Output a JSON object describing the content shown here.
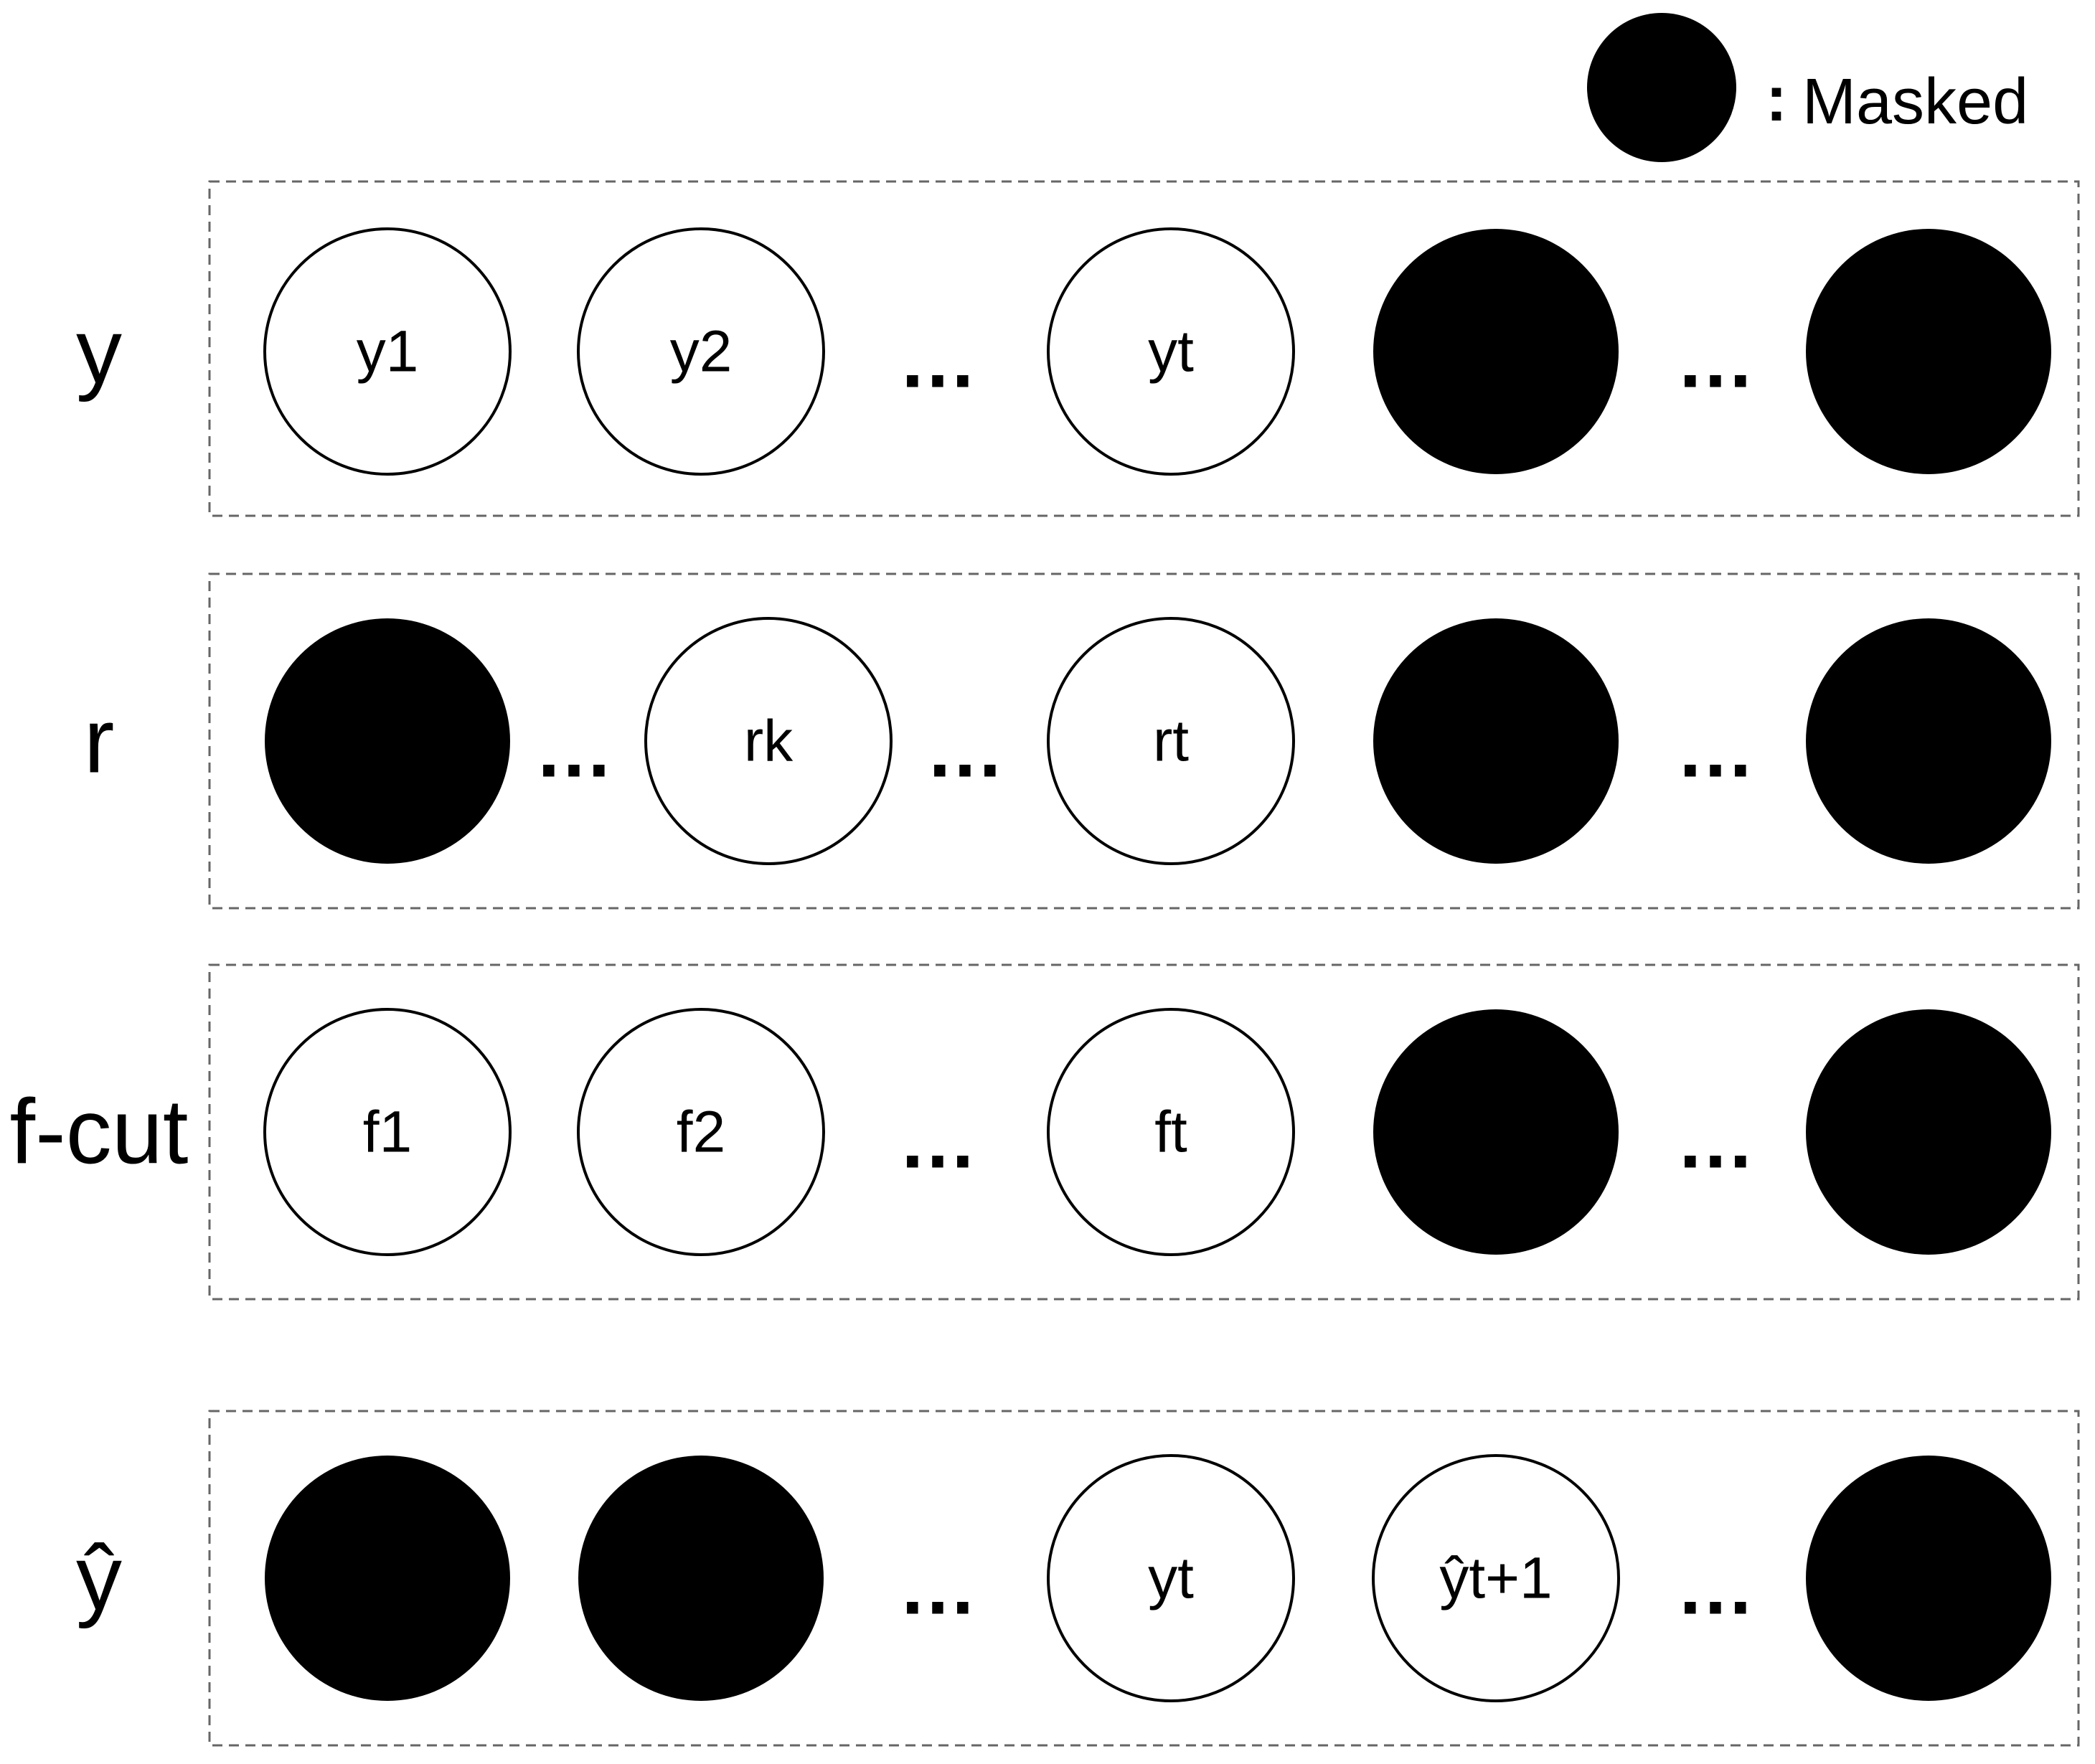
{
  "legend": {
    "label": "Masked",
    "symbol_color": "#000000"
  },
  "colors": {
    "masked": "#000000",
    "open": "#ffffff",
    "stroke": "#000000",
    "box_border": "#666666"
  },
  "rows": [
    {
      "label": "y",
      "slots": [
        {
          "kind": "node",
          "text": "y1"
        },
        {
          "kind": "node",
          "text": "y2"
        },
        {
          "kind": "dots",
          "text": "…"
        },
        {
          "kind": "node",
          "text": "yt"
        },
        {
          "kind": "masked"
        },
        {
          "kind": "dots",
          "text": "…"
        },
        {
          "kind": "masked"
        }
      ]
    },
    {
      "label": "r",
      "slots": [
        {
          "kind": "masked"
        },
        {
          "kind": "dots",
          "text": "…"
        },
        {
          "kind": "node",
          "text": "rk"
        },
        {
          "kind": "dots",
          "text": "…"
        },
        {
          "kind": "node",
          "text": "rt"
        },
        {
          "kind": "masked"
        },
        {
          "kind": "dots",
          "text": "…"
        },
        {
          "kind": "masked"
        }
      ]
    },
    {
      "label": "f-cut",
      "slots": [
        {
          "kind": "node",
          "text": "f1"
        },
        {
          "kind": "node",
          "text": "f2"
        },
        {
          "kind": "dots",
          "text": "…"
        },
        {
          "kind": "node",
          "text": "ft"
        },
        {
          "kind": "masked"
        },
        {
          "kind": "dots",
          "text": "…"
        },
        {
          "kind": "masked"
        }
      ]
    },
    {
      "label": "ŷ",
      "slots": [
        {
          "kind": "masked"
        },
        {
          "kind": "masked"
        },
        {
          "kind": "dots",
          "text": "…"
        },
        {
          "kind": "node",
          "text": "yt"
        },
        {
          "kind": "node",
          "text": "ŷt+1"
        },
        {
          "kind": "dots",
          "text": "…"
        },
        {
          "kind": "masked"
        }
      ]
    }
  ]
}
